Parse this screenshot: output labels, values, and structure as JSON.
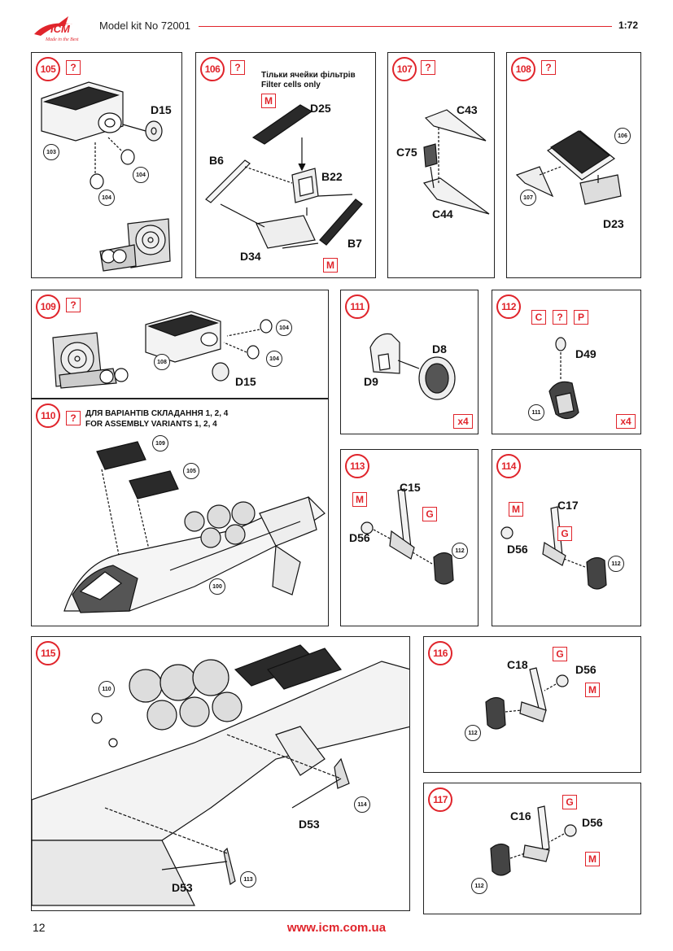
{
  "header": {
    "brand": "ICM",
    "tagline": "Made in the Best",
    "title": "Model kit No 72001",
    "scale": "1:72"
  },
  "steps": {
    "s105": {
      "num": "105",
      "q": "?",
      "labels": {
        "d15": "D15"
      },
      "refs": {
        "r1": "103",
        "r2": "104",
        "r3": "104"
      }
    },
    "s106": {
      "num": "106",
      "q": "?",
      "note_ua": "Тільки ячейки фільтрів",
      "note_en": "Filter cells only",
      "m1": "M",
      "m2": "M",
      "labels": {
        "d25": "D25",
        "b6": "B6",
        "b22": "B22",
        "b7": "B7",
        "d34": "D34"
      }
    },
    "s107": {
      "num": "107",
      "q": "?",
      "labels": {
        "c43": "C43",
        "c75": "C75",
        "c44": "C44"
      }
    },
    "s108": {
      "num": "108",
      "q": "?",
      "labels": {
        "d23": "D23"
      },
      "refs": {
        "r1": "106",
        "r2": "107"
      }
    },
    "s109": {
      "num": "109",
      "q": "?",
      "labels": {
        "d15": "D15"
      },
      "refs": {
        "r1": "108",
        "r2": "104",
        "r3": "104"
      }
    },
    "s110": {
      "num": "110",
      "q": "?",
      "note_ua": "ДЛЯ ВАРІАНТІВ СКЛАДАННЯ 1, 2, 4",
      "note_en": "FOR ASSEMBLY VARIANTS 1, 2, 4",
      "refs": {
        "r1": "109",
        "r2": "105",
        "r3": "100"
      }
    },
    "s111": {
      "num": "111",
      "labels": {
        "d8": "D8",
        "d9": "D9"
      },
      "mult": "x4"
    },
    "s112": {
      "num": "112",
      "c": "C",
      "q": "?",
      "p": "P",
      "labels": {
        "d49": "D49"
      },
      "refs": {
        "r1": "111"
      },
      "mult": "x4"
    },
    "s113": {
      "num": "113",
      "m": "M",
      "g": "G",
      "labels": {
        "c15": "C15",
        "d56": "D56"
      },
      "refs": {
        "r1": "112"
      }
    },
    "s114": {
      "num": "114",
      "m": "M",
      "g": "G",
      "labels": {
        "c17": "C17",
        "d56": "D56"
      },
      "refs": {
        "r1": "112"
      }
    },
    "s115": {
      "num": "115",
      "labels": {
        "d53a": "D53",
        "d53b": "D53"
      },
      "refs": {
        "r1": "110",
        "r2": "114",
        "r3": "113"
      }
    },
    "s116": {
      "num": "116",
      "g": "G",
      "m": "M",
      "labels": {
        "c18": "C18",
        "d56": "D56"
      },
      "refs": {
        "r1": "112"
      }
    },
    "s117": {
      "num": "117",
      "g": "G",
      "m": "M",
      "labels": {
        "c16": "C16",
        "d56": "D56"
      },
      "refs": {
        "r1": "112"
      }
    }
  },
  "footer": {
    "page": "12",
    "url": "www.icm.com.ua"
  },
  "colors": {
    "accent": "#e0242b",
    "ink": "#111111"
  }
}
